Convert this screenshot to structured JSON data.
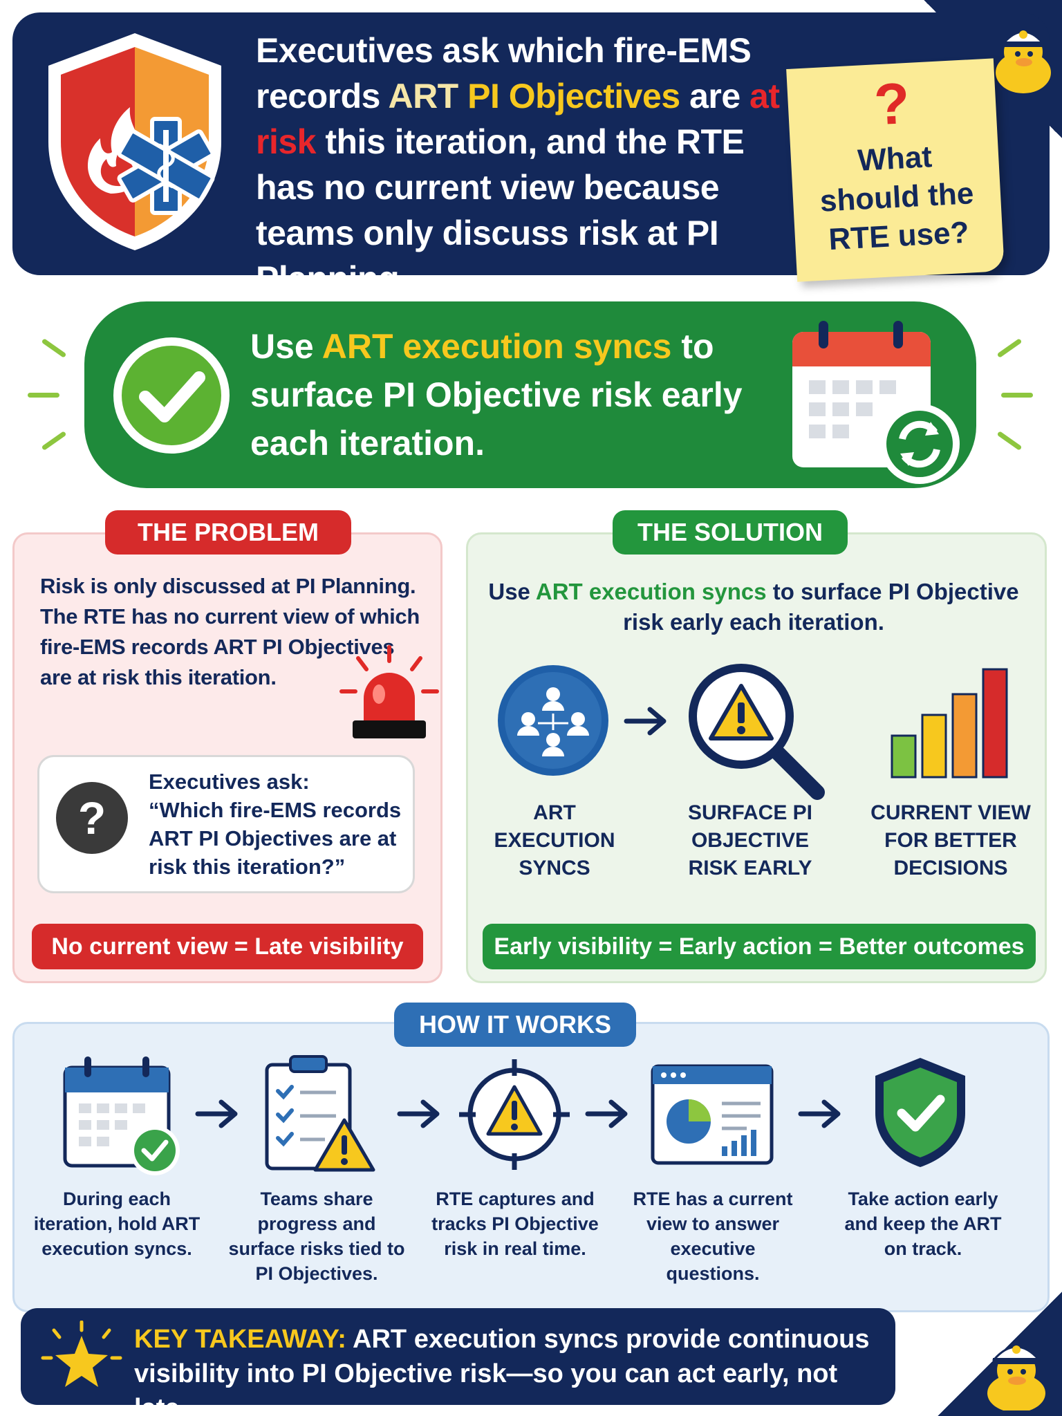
{
  "header": {
    "q_part1": "Executives ask which fire-EMS records ",
    "q_hl1": "ART ",
    "q_hl2": "PI Objectives",
    "q_part2": " are ",
    "q_hl3": "at risk",
    "q_part3": " this iteration, and the RTE has no current view because teams only discuss risk at PI Planning.",
    "note_mark": "?",
    "note_text": "What should the RTE use?"
  },
  "banner": {
    "part1": "Use ",
    "highlight": "ART execution syncs",
    "part2": " to surface PI Objective risk early each iteration."
  },
  "problem": {
    "pill": "THE PROBLEM",
    "text": "Risk is only discussed at PI Planning. The RTE has no current view of which fire-EMS records ART PI Objectives are at risk this iteration.",
    "quote_line1": "Executives ask:",
    "quote_line2": "“Which fire-EMS records ART PI Objectives are at risk this iteration?”",
    "bar": "No current view = Late visibility"
  },
  "solution": {
    "pill": "THE SOLUTION",
    "text_part1": "Use ",
    "text_hl": "ART execution syncs",
    "text_part2": " to surface PI Objective risk early each iteration.",
    "items": [
      {
        "label": "ART EXECUTION SYNCS"
      },
      {
        "label": "SURFACE PI OBJECTIVE RISK EARLY"
      },
      {
        "label": "CURRENT VIEW FOR BETTER DECISIONS"
      }
    ],
    "bar": "Early visibility = Early action = Better outcomes"
  },
  "how": {
    "pill": "HOW IT WORKS",
    "steps": [
      {
        "label": "During each iteration, hold ART execution syncs."
      },
      {
        "label": "Teams share progress and surface risks tied to PI Objectives."
      },
      {
        "label": "RTE captures and tracks PI Objective risk in real time."
      },
      {
        "label": "RTE has a current view to answer executive questions."
      },
      {
        "label": "Take action early and keep the ART on track."
      }
    ]
  },
  "takeaway": {
    "label": "KEY TAKEAWAY:",
    "text": " ART execution syncs provide continuous visibility into PI Objective risk—so you can act early, not late."
  },
  "colors": {
    "navy": "#13285a",
    "green": "#23963d",
    "red": "#d62b2b",
    "yellow": "#f7c81e",
    "blue": "#2e6fb5"
  }
}
